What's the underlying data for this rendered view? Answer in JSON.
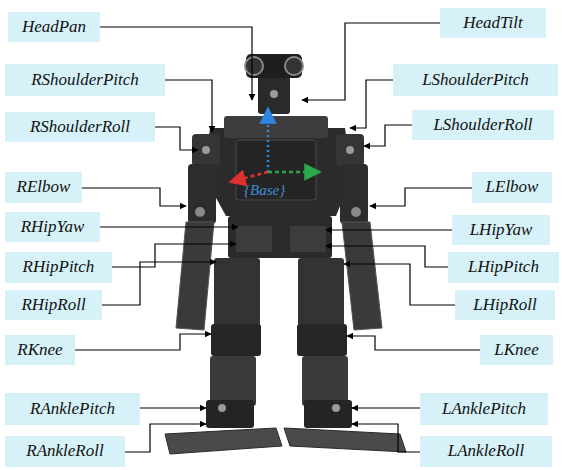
{
  "diagram": {
    "nodes": [
      {
        "text": [
          "HeadPan"
        ]
      },
      {
        "text": [
          "HeadTilt"
        ]
      },
      {
        "text": [
          "RShoulderPitch"
        ]
      },
      {
        "text": [
          "LShoulderPitch"
        ]
      },
      {
        "text": [
          "RShoulderRoll"
        ]
      },
      {
        "text": [
          "LShoulderRoll"
        ]
      },
      {
        "text": [
          "RElbow"
        ]
      },
      {
        "text": [
          "LElbow"
        ]
      },
      {
        "text": [
          "RHipYaw"
        ]
      },
      {
        "text": [
          "LHipYaw"
        ]
      },
      {
        "text": [
          "RHipPitch"
        ]
      },
      {
        "text": [
          "LHipPitch"
        ]
      },
      {
        "text": [
          "RHipRoll"
        ]
      },
      {
        "text": [
          "LHipRoll"
        ]
      },
      {
        "text": [
          "RKnee"
        ]
      },
      {
        "text": [
          "LKnee"
        ]
      },
      {
        "text": [
          "RAnklePitch"
        ]
      },
      {
        "text": [
          "LAnklePitch"
        ]
      },
      {
        "text": [
          "RAnkleRoll"
        ]
      },
      {
        "text": [
          "LAnkleRoll"
        ]
      }
    ],
    "labels": [
      "{Base}"
    ]
  }
}
